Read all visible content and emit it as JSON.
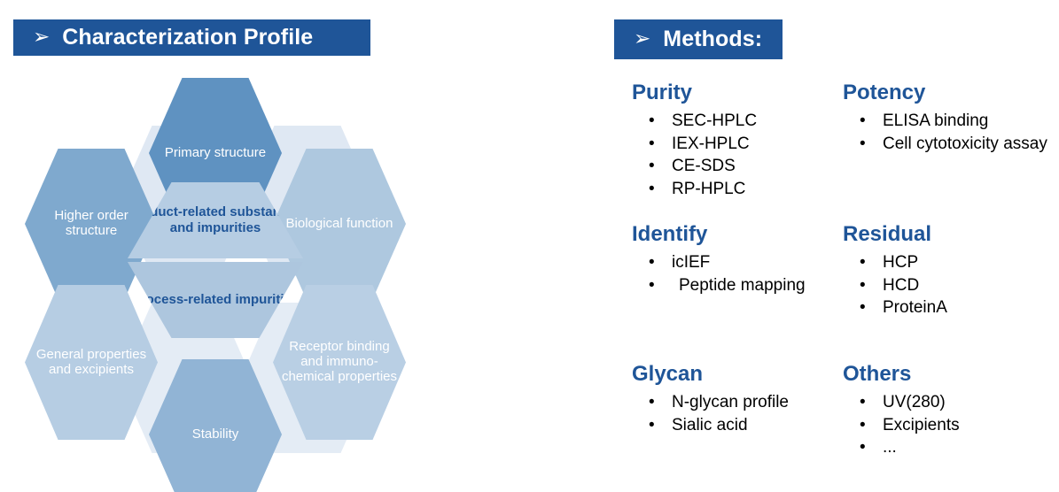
{
  "headers": {
    "characterization": {
      "arrow": "➢",
      "title": "Characterization Profile"
    },
    "methods": {
      "arrow": "➢",
      "title": "Methods:"
    }
  },
  "colors": {
    "banner_blue": "#1F5598",
    "heading_blue": "#1F5598",
    "highlight_yellow": "#FCC100",
    "hex_dark": "#5B8FC0",
    "hex_mid": "#7DA8CD",
    "hex_light": "#A9C5DE",
    "hex_lighter": "#B9CFE4",
    "hex_pale": "#C4D6E8",
    "hex_ghost": "#DCE6F1",
    "hex_center_top": "#B6CDE3",
    "hex_center_bottom": "#ADC6DE"
  },
  "diagram": {
    "name": "characterization-hexagon-diagram",
    "hexagons": [
      {
        "id": "primary-structure",
        "label": "Primary structure",
        "fill": "#5F92C1",
        "text": "#ffffff"
      },
      {
        "id": "higher-order-structure",
        "label": "Higher order structure",
        "fill": "#7FA9CE",
        "text": "#ffffff"
      },
      {
        "id": "biological-function",
        "label": "Biological function",
        "fill": "#AEC8DF",
        "text": "#ffffff"
      },
      {
        "id": "general-properties",
        "label": "General properties and excipients",
        "fill": "#B6CDE3",
        "text": "#ffffff"
      },
      {
        "id": "receptor-binding",
        "label": "Receptor binding and immuno-chemical properties",
        "fill": "#B9CFE4",
        "text": "#ffffff"
      },
      {
        "id": "stability",
        "label": "Stability",
        "fill": "#91B4D5",
        "text": "#ffffff"
      }
    ],
    "center": {
      "top_label": "Product-related substances and impurities",
      "bottom_label": "Process-related impurities"
    }
  },
  "methods": {
    "bullet": "•",
    "cells": [
      {
        "id": "purity",
        "heading": "Purity",
        "items": [
          {
            "text": "SEC-HPLC"
          },
          {
            "text": "IEX-HPLC"
          },
          {
            "text": "CE-SDS"
          },
          {
            "text": "RP-HPLC"
          }
        ]
      },
      {
        "id": "potency",
        "heading": "Potency",
        "items": [
          {
            "text": "ELISA binding"
          },
          {
            "text": "Cell cytotoxicity assay"
          }
        ]
      },
      {
        "id": "identify",
        "heading": "Identify",
        "items": [
          {
            "text": "icIEF"
          },
          {
            "text": "Peptide mapping",
            "indent": true
          }
        ]
      },
      {
        "id": "residual",
        "heading": "Residual",
        "items": [
          {
            "text": "HCP"
          },
          {
            "text": "HCD"
          },
          {
            "text": "ProteinA"
          }
        ]
      },
      {
        "id": "glycan",
        "heading": "Glycan",
        "items": [
          {
            "text": "N-glycan profile"
          },
          {
            "text": "Sialic acid"
          }
        ]
      },
      {
        "id": "others",
        "heading": "Others",
        "items": [
          {
            "text": "UV(280)"
          },
          {
            "text": "Excipients"
          },
          {
            "text": "..."
          }
        ]
      }
    ]
  }
}
